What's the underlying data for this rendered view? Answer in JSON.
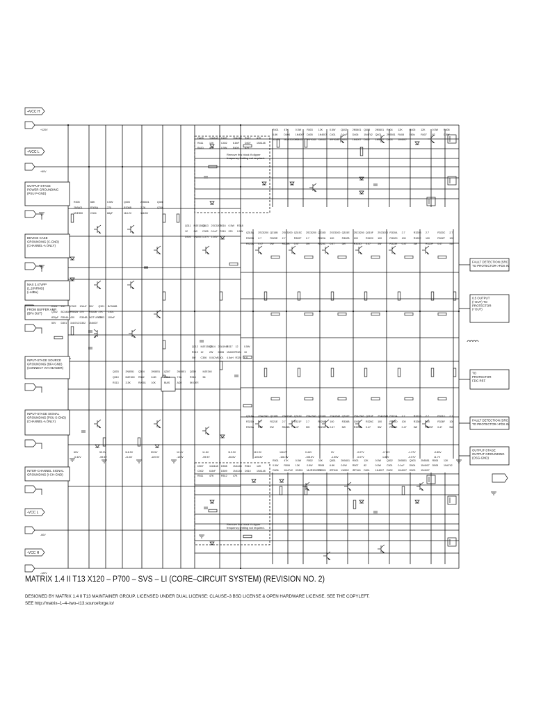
{
  "rails": {
    "vcc_h": "+VCC H",
    "vcc_l": "+VCC L",
    "neg_vcc_l": "-VCC L",
    "neg_vcc_h": "-VCC H",
    "v_pos120": "+120V",
    "v_pos60": "+60V",
    "v_neg60": "-60V",
    "v_neg120": "-120V"
  },
  "left_boxes": [
    {
      "lines": [
        "OUTPUT-STAGE",
        "POWER GROUNDING",
        "(PSU P-GND)"
      ]
    },
    {
      "lines": [
        "DEVICE CASE",
        "GROUNDING (C-GND)",
        "(CHANNEL-A ONLY)"
      ]
    },
    {
      "lines": [
        "MAX 3.47VPP",
        "(1.20VRMS)",
        "(+4dBu)"
      ]
    },
    {
      "lines": [
        "FROM BUFFER AMP",
        "(BFA OUT)"
      ]
    },
    {
      "lines": [
        "INPUT-STAGE SOURCE",
        "GROUNDING (BFA GND)",
        "(CONNECT VIA HEADER)"
      ]
    },
    {
      "lines": [
        "INPUT-STAGE SIGNAL",
        "GROUNDING (PSU S-GND)",
        "(CHANNEL-A ONLY)"
      ]
    },
    {
      "lines": [
        "INTER-CHANNEL SIGNAL",
        "GROUNDING (I-CH-GND)"
      ]
    }
  ],
  "right_boxes": [
    {
      "lines": [
        "FAULT DETECTION (SRC",
        "TO PROTECTOR->FDS IN"
      ]
    },
    {
      "lines": [
        "0.5 OUTPUT",
        "(+OUT) TO",
        "PROTECTOR",
        "(+OUT)"
      ]
    },
    {
      "lines": [
        "TO",
        "PROTECTOR",
        "FDG REF"
      ]
    },
    {
      "lines": [
        "FAULT DETECTION (SRC",
        "TO PROTECTOR->FDS IN"
      ]
    },
    {
      "lines": [
        "OUTPUT-STAGE",
        "OUTPUT GROUNDING",
        "(OSG-GND)"
      ]
    }
  ],
  "notes": {
    "clipper_top": [
      "Remove this block if clipper",
      "frequency limiting not required."
    ],
    "clipper_bottom": [
      "Remove this block if clipper",
      "frequency limiting not required."
    ]
  },
  "components": {
    "top_left": [
      "R305",
      "68K",
      "0.5W",
      "Q305",
      "2N5401",
      "Q306",
      "2N5401",
      "R306A",
      "270",
      "R306B",
      "2.7K",
      "Q308",
      "MJE350",
      "C304",
      "68pF",
      "118.2V",
      "118.5V"
    ],
    "input": [
      "R301",
      "430",
      "C302",
      "100uF",
      "50V",
      "Q301",
      "BC546B",
      "Q302",
      "BC546B",
      "R302A",
      "27K",
      "R302B",
      "27K",
      "C301",
      "820pF",
      "R304A",
      "430",
      "R304B",
      "NOT USED",
      "C303",
      "100uF",
      "50V",
      "D301",
      "1N4742",
      "D302",
      "1N4007"
    ],
    "vas": [
      "Q303",
      "2N5551",
      "Q304",
      "2N5551",
      "Q307",
      "2N5551",
      "Q309",
      "MJE340",
      "Q310",
      "MJE340",
      "R312",
      "6.8K",
      "R311",
      "7.5k",
      "R314",
      "56",
      "R313",
      "3.3K",
      "RV301",
      "10K",
      "BIAS",
      "ADJ",
      "5K DEF."
    ],
    "driver_top": [
      "Q311",
      "MJE15034",
      "Q313",
      "2SC5200",
      "R316",
      "0.5W",
      "R318",
      "12",
      "2W",
      "C305",
      "0.1uF",
      "R315",
      "220",
      "0.5W",
      "D305",
      "1N4007",
      "1.57V",
      "1.64V"
    ],
    "output_upper": [
      "Q315A",
      "2SC5200",
      "Q315B",
      "2SC5200",
      "Q315C",
      "2SC5200",
      "Q315D",
      "2SC5200",
      "Q315E",
      "2SC5200",
      "Q315F",
      "2SC5200",
      "R320A",
      "2.7",
      "R320B",
      "2.7",
      "R320C",
      "2.7",
      "R320D",
      "2.7",
      "R320E",
      "2.7",
      "R320F",
      "2.7",
      "R322A",
      "100",
      "R322B",
      "100",
      "R322C",
      "100",
      "R322D",
      "100",
      "R322E",
      "100",
      "R322F",
      "100",
      "R325A",
      "0.47",
      "5W",
      "R325B",
      "0.47",
      "5W",
      "R325C",
      "0.47",
      "5W",
      "R325D",
      "0.47",
      "5W",
      "R325E",
      "0.47",
      "5W",
      "R325F",
      "0.47",
      "5W"
    ],
    "output_lower": [
      "Q316A",
      "2SA1943",
      "Q316B",
      "2SA1943",
      "Q316C",
      "2SA1943",
      "Q316D",
      "2SA1943",
      "Q316E",
      "2SA1943",
      "Q316F",
      "2SA1943",
      "R321A",
      "2.7",
      "R321B",
      "2.7",
      "R321C",
      "2.7",
      "R321D",
      "2.7",
      "R321E",
      "2.7",
      "R321F",
      "2.7",
      "R326A",
      "100",
      "R326B",
      "100",
      "R326C",
      "100",
      "R326D",
      "100",
      "R326E",
      "100",
      "R326F",
      "100",
      "R323A",
      "0.47",
      "5W",
      "R323B",
      "0.47",
      "5W",
      "R323C",
      "0.47",
      "5W",
      "R323D",
      "0.47",
      "5W",
      "R323E",
      "0.47",
      "5W",
      "R323F",
      "0.47",
      "5W"
    ],
    "driver_bottom": [
      "Q312",
      "MJE15035",
      "Q314",
      "2SA1943",
      "R317",
      "12",
      "0.5W",
      "R319",
      "12",
      "2W",
      "D306",
      "1N4007",
      "R324",
      "10",
      "5W",
      "C306",
      "0.047uF",
      "L301",
      "4.5uH",
      "R328",
      "6.8"
    ],
    "top_protect": [
      "R401",
      "47K",
      "0.5W",
      "R403",
      "12K",
      "0.5W",
      "Q402",
      "2N5401",
      "Q403",
      "2N5401",
      "R404",
      "12K",
      "R405",
      "12K",
      "0.5W",
      "R406",
      "6.8K",
      "D404",
      "1N4007",
      "D405",
      "1N4007",
      "C401",
      "0.1uF",
      "D406",
      "1N4742",
      "Q401",
      "2N5551",
      "R408",
      "560k",
      "R407",
      "82",
      "0.5W",
      "XD401",
      "MUR3020PT",
      "XM401",
      "IRF9540",
      "XM402",
      "IRF9540",
      "D401",
      "1N4007",
      "D402",
      "1N4007",
      "D403",
      "1N4007"
    ],
    "bottom_protect": [
      "R501",
      "47K",
      "0.5W",
      "R502",
      "33K",
      "Q501",
      "2N5401",
      "R503",
      "12K",
      "0.5W",
      "Q502",
      "2N5551",
      "Q503",
      "2N5551",
      "R505",
      "12K",
      "0.5W",
      "R506",
      "12K",
      "0.5W",
      "R508",
      "6.8K",
      "0.5W",
      "R507",
      "82",
      "0.5W",
      "C501",
      "0.1uF",
      "D504",
      "1N4007",
      "D505",
      "1N4742",
      "D506",
      "1N4742",
      "XD501",
      "MUR3020PT",
      "XM501",
      "IRF540",
      "XM502",
      "IRF540",
      "D501",
      "1N4007",
      "D502",
      "1N4007",
      "D503",
      "1N4007"
    ],
    "clipper_top": [
      "D408",
      "1N4148",
      "D409",
      "1N4148",
      "R412",
      "47K",
      "R411",
      "12K",
      "C402",
      "6.8nF",
      "D407",
      "1N4148",
      "R410",
      "47K",
      "0.5W",
      "R409",
      "47K"
    ],
    "clipper_bottom": [
      "D507",
      "1N4148",
      "D508",
      "1N4148",
      "R510",
      "12K",
      "C502",
      "6.8nF",
      "D509",
      "1N4148",
      "D510",
      "1N4148",
      "R511",
      "47K",
      "R512",
      "47K"
    ],
    "voltages": [
      "60V",
      "59.9V",
      "118.9V",
      "59.5V",
      "12.4V",
      "11.6V",
      "119.3V",
      "119.9V",
      "118.2V",
      "0.44V",
      "0V",
      "-0.07V",
      "-0.70V",
      "-1.37V",
      "-0.85V",
      "-0.42V",
      "-59.5V",
      "-11.6V",
      "-119.9V",
      "-120V",
      "-59.9V",
      "-56.6V",
      "-105.8V",
      "-108.1V",
      "-105.6V",
      "-1.55V",
      "-0.07V",
      "1.86V",
      "-0.57V",
      "11.7V"
    ]
  },
  "footer": {
    "title": "MATRIX 1.4 II T13 X120 – P700 – SVS – LI (CORE–CIRCUIT SYSTEM) (REVISION NO. 2)",
    "license": "DESIGNED BY MATRIX 1.4 II T13 MAINTAINER GROUP. LICENSED UNDER DUAL LICENSE: CLAUSE–3 BSD LICENSE & OPEN HARDWARE LICENSE. SEE THE COPYLEFT.",
    "url": "SEE http://matrix–1–4–two–t13.sourceforge.io/"
  }
}
